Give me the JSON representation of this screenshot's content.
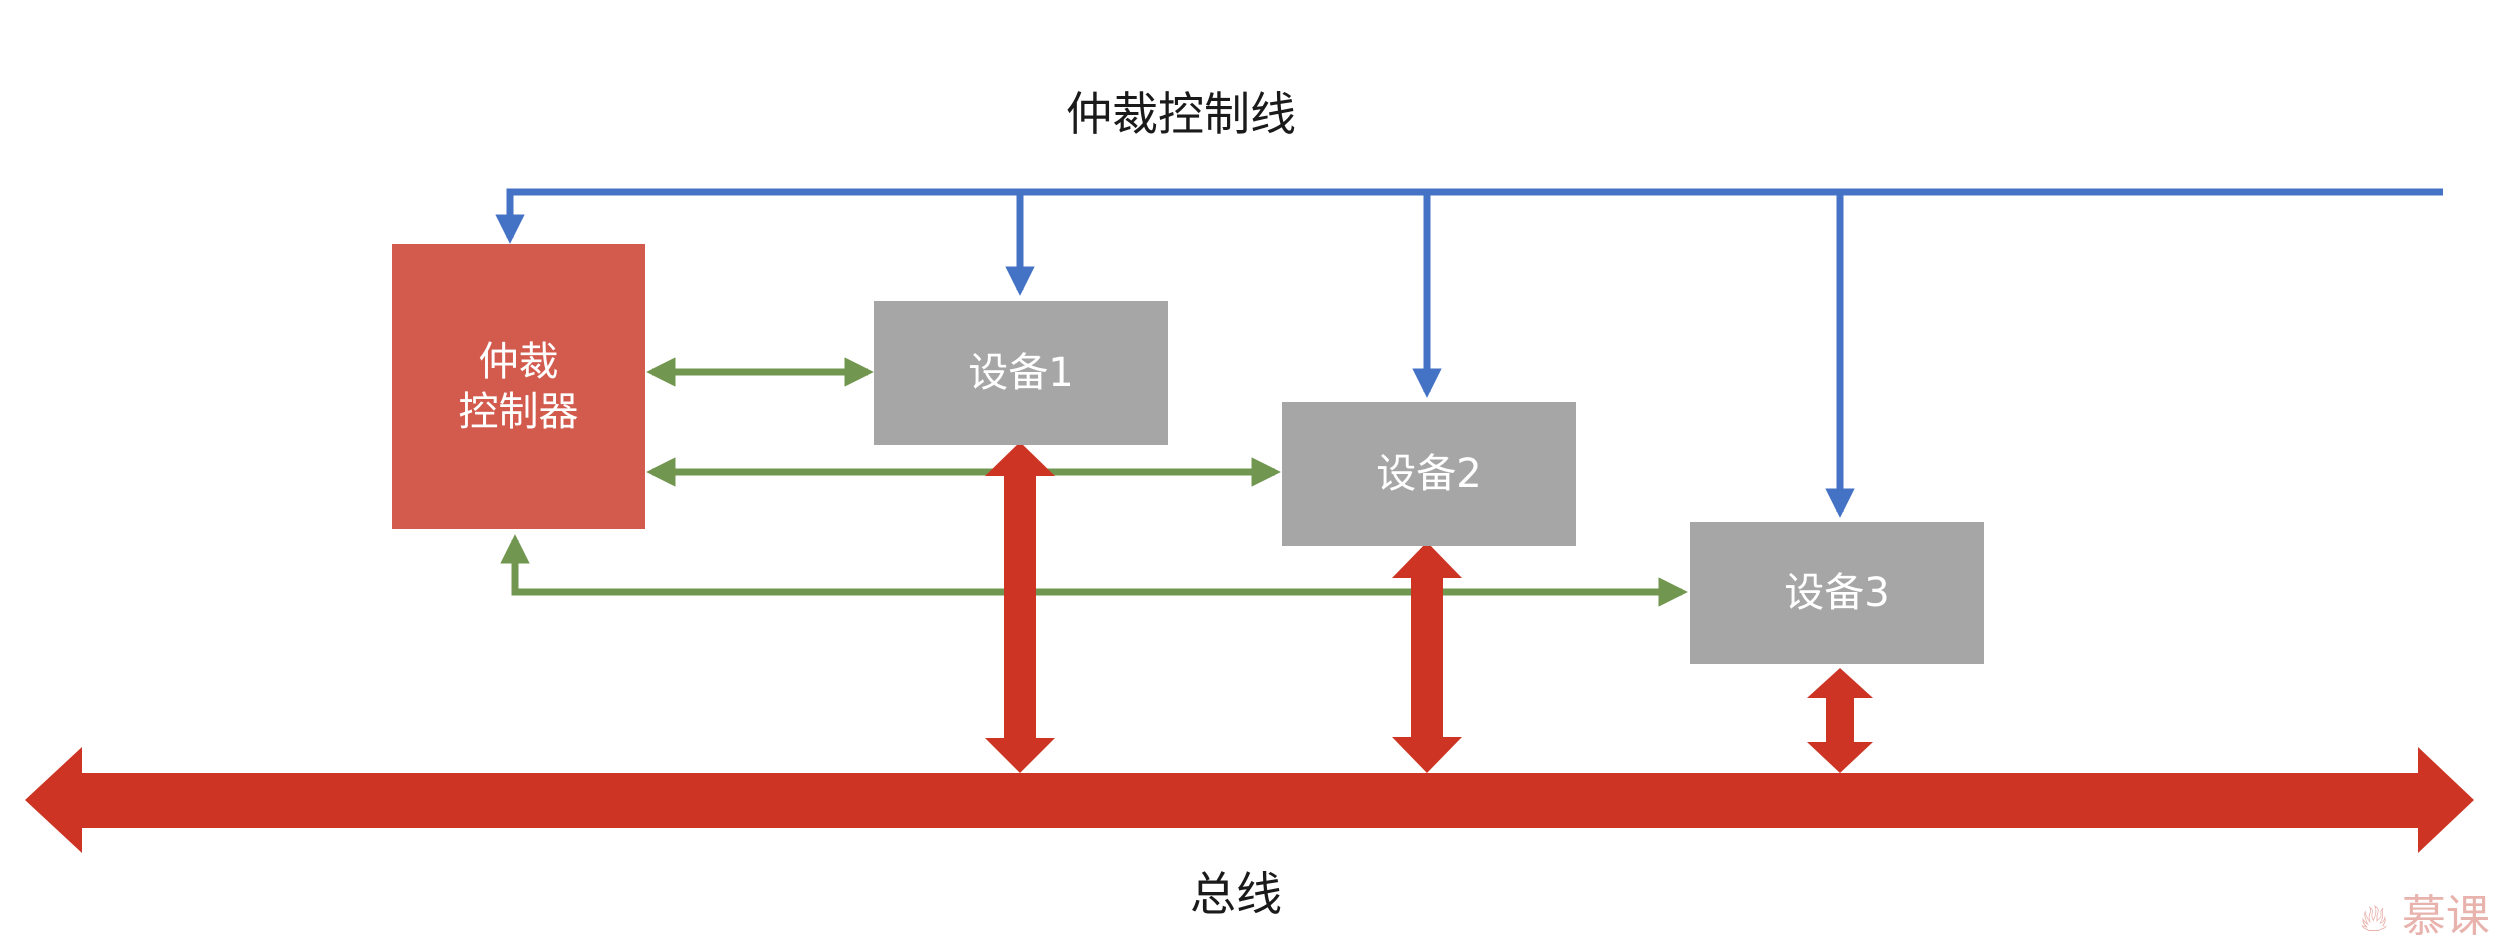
{
  "title": "仲裁控制线",
  "bus_label": "总线",
  "arbiter": {
    "line1": "仲裁",
    "line2": "控制器"
  },
  "devices": [
    {
      "label": "设备1"
    },
    {
      "label": "设备2"
    },
    {
      "label": "设备3"
    }
  ],
  "watermark": "慕课",
  "colors": {
    "arbiter_fill": "#d25b4e",
    "device_fill": "#a6a6a6",
    "control_line": "#4472c4",
    "data_line": "#70964f",
    "bus": "#cd3423",
    "text": "#1a1a1a"
  }
}
